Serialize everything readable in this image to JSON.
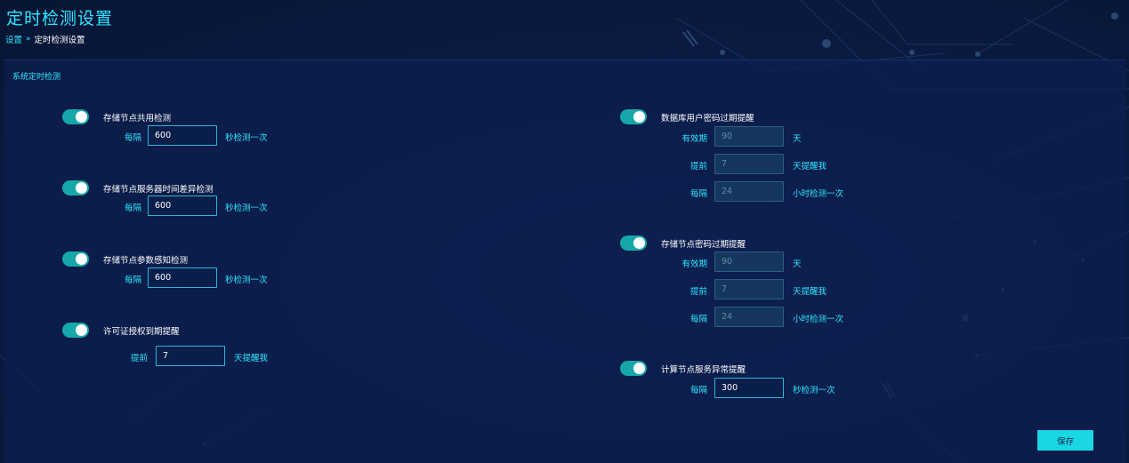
{
  "header": {
    "title": "定时检测设置",
    "breadcrumb": {
      "root": "设置",
      "separator": "»",
      "current": "定时检测设置"
    }
  },
  "panel": {
    "title": "系统定时检测",
    "left": [
      {
        "title": "存储节点共用检测",
        "enabled": true,
        "rows": [
          {
            "label": "每隔",
            "value": "600",
            "suffix": "秒检测一次"
          }
        ]
      },
      {
        "title": "存储节点服务器时间差异检测",
        "enabled": true,
        "rows": [
          {
            "label": "每隔",
            "value": "600",
            "suffix": "秒检测一次"
          }
        ]
      },
      {
        "title": "存储节点参数感知检测",
        "enabled": true,
        "rows": [
          {
            "label": "每隔",
            "value": "600",
            "suffix": "秒检测一次"
          }
        ]
      },
      {
        "title": "许可证授权到期提醒",
        "enabled": true,
        "rows": [
          {
            "label": "提前",
            "value": "7",
            "suffix": "天提醒我"
          }
        ]
      }
    ],
    "right": [
      {
        "title": "数据库用户密码过期提醒",
        "enabled": true,
        "rows": [
          {
            "label": "有效期",
            "value": "90",
            "suffix": "天"
          },
          {
            "label": "提前",
            "value": "7",
            "suffix": "天提醒我"
          },
          {
            "label": "每隔",
            "value": "24",
            "suffix": "小时检测一次"
          }
        ]
      },
      {
        "title": "存储节点密码过期提醒",
        "enabled": true,
        "rows": [
          {
            "label": "有效期",
            "value": "90",
            "suffix": "天"
          },
          {
            "label": "提前",
            "value": "7",
            "suffix": "天提醒我"
          },
          {
            "label": "每隔",
            "value": "24",
            "suffix": "小时检测一次"
          }
        ]
      },
      {
        "title": "计算节点服务异常提醒",
        "enabled": true,
        "rows": [
          {
            "label": "每隔",
            "value": "300",
            "suffix": "秒检测一次"
          }
        ]
      }
    ],
    "save_label": "保存"
  },
  "colors": {
    "accent": "#2ee6ff",
    "toggle_on": "#16a8a8",
    "button": "#1ad7e6",
    "background": "#0b1a3f"
  }
}
